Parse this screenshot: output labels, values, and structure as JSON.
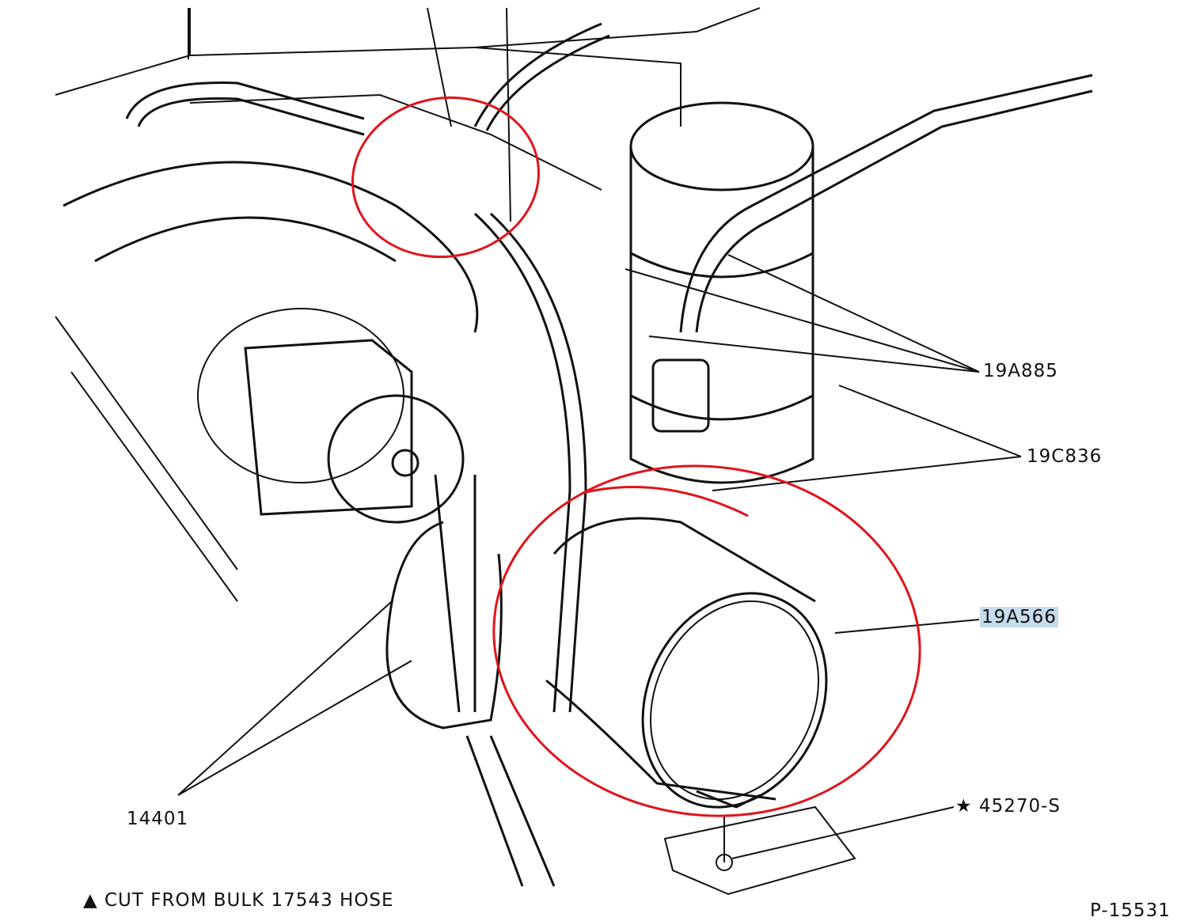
{
  "labels": {
    "l19a885": "19A885",
    "l19c836": "19C836",
    "l19a566": "19A566",
    "l45270": "★ 45270-S",
    "l14401": "14401",
    "footnote": "▲ CUT FROM BULK 17543 HOSE",
    "figure_id": "P-15531"
  },
  "colors": {
    "annotation": "#e0141a",
    "highlight": "#c5dcec",
    "ink": "#111111"
  }
}
